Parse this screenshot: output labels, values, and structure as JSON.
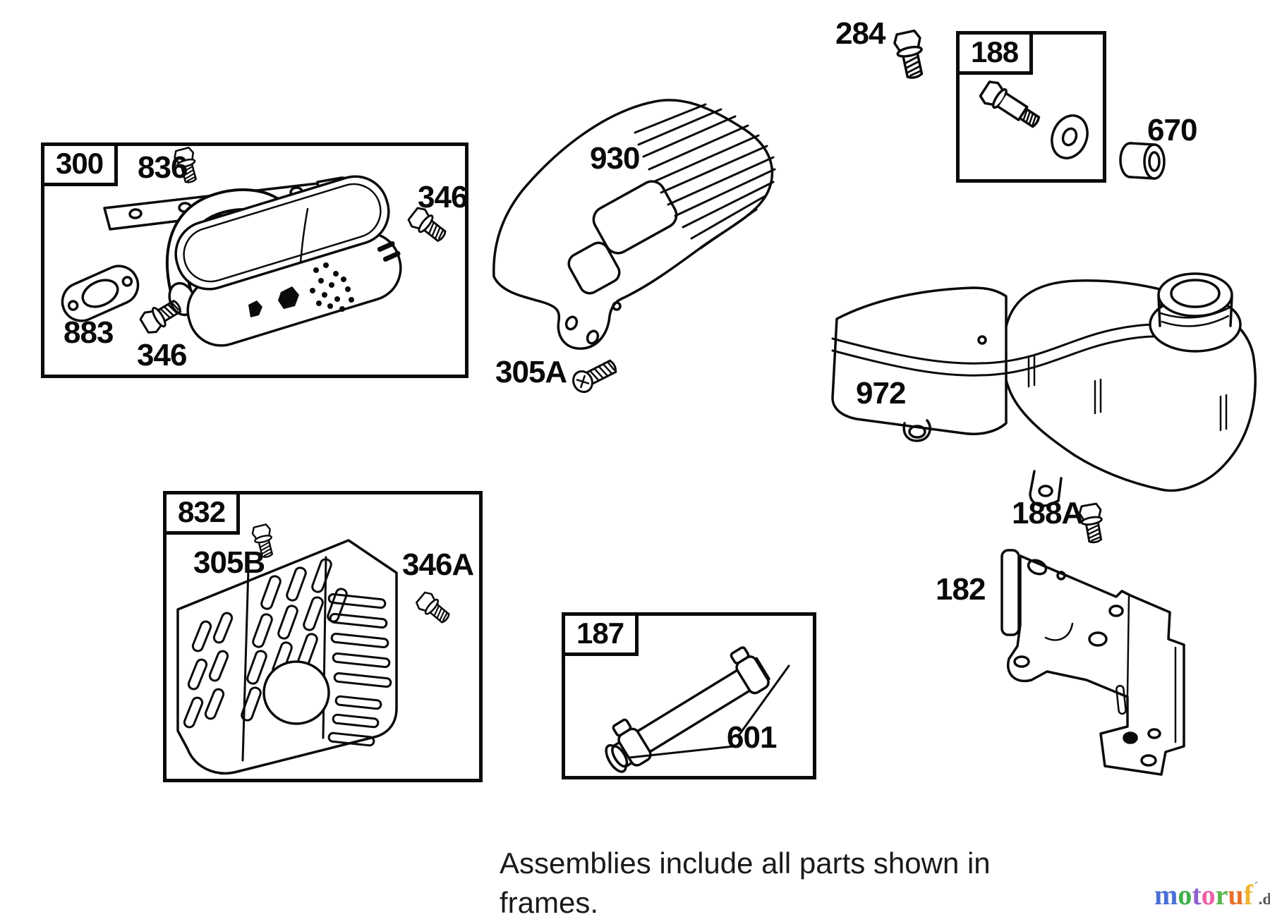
{
  "page": {
    "background": "#ffffff",
    "ink": "#0a0a0a"
  },
  "frames": {
    "f300": {
      "label": "300"
    },
    "f188": {
      "label": "188"
    },
    "f832": {
      "label": "832"
    },
    "f187": {
      "label": "187"
    }
  },
  "parts": {
    "836": "836",
    "346_top": "346",
    "883": "883",
    "346_bottom": "346",
    "930": "930",
    "305A": "305A",
    "284": "284",
    "670": "670",
    "972": "972",
    "305B": "305B",
    "346A": "346A",
    "601": "601",
    "188A": "188A",
    "182": "182"
  },
  "caption": {
    "text": "Assemblies include all parts shown in frames."
  },
  "watermark": {
    "letters": [
      {
        "ch": "m",
        "color": "#4a6fd4"
      },
      {
        "ch": "o",
        "color": "#3faf4c"
      },
      {
        "ch": "t",
        "color": "#8e5fd0"
      },
      {
        "ch": "o",
        "color": "#ec5fa8"
      },
      {
        "ch": "r",
        "color": "#5ab54e"
      },
      {
        "ch": "u",
        "color": "#e8722a"
      },
      {
        "ch": "f",
        "color": "#f0b433"
      }
    ],
    "accent": "´",
    "suffix": ".de",
    "suffix_color": "#555555"
  }
}
